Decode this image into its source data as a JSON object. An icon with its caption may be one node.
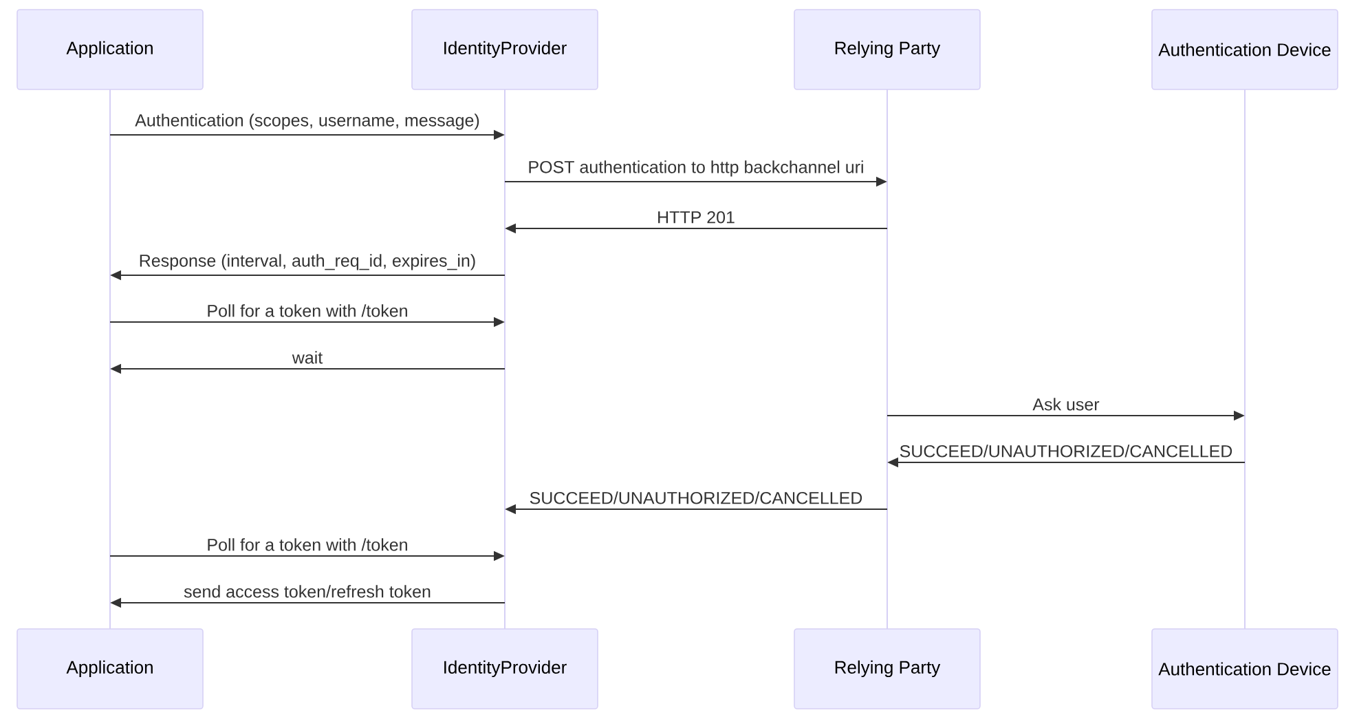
{
  "diagram": {
    "nodes": [
      {
        "text": [
          "Application"
        ]
      },
      {
        "text": [
          "IdentityProvider"
        ]
      },
      {
        "text": [
          "Relying Party"
        ]
      },
      {
        "text": [
          "Authentication Device"
        ]
      },
      {
        "text": [
          "Application"
        ]
      },
      {
        "text": [
          "IdentityProvider"
        ]
      },
      {
        "text": [
          "Relying Party"
        ]
      },
      {
        "text": [
          "Authentication Device"
        ]
      }
    ],
    "edges": [
      {
        "from": 0,
        "to": 1,
        "arrow": "to",
        "label": "Authentication (scopes, username, message)"
      },
      {
        "from": 1,
        "to": 2,
        "arrow": "to",
        "label": "POST authentication to http backchannel uri"
      },
      {
        "from": 2,
        "to": 1,
        "arrow": "to",
        "label": "HTTP 201"
      },
      {
        "from": 1,
        "to": 0,
        "arrow": "to",
        "label": "Response (interval, auth_req_id, expires_in)"
      },
      {
        "from": 0,
        "to": 1,
        "arrow": "to",
        "label": "Poll for a token with /token"
      },
      {
        "from": 1,
        "to": 0,
        "arrow": "to",
        "label": "wait"
      },
      {
        "from": 2,
        "to": 3,
        "arrow": "to",
        "label": "Ask user"
      },
      {
        "from": 3,
        "to": 2,
        "arrow": "to",
        "label": "SUCCEED/UNAUTHORIZED/CANCELLED"
      },
      {
        "from": 2,
        "to": 1,
        "arrow": "to",
        "label": "SUCCEED/UNAUTHORIZED/CANCELLED"
      },
      {
        "from": 0,
        "to": 1,
        "arrow": "to",
        "label": "Poll for a token with /token"
      },
      {
        "from": 1,
        "to": 0,
        "arrow": "to",
        "label": "send access token/refresh token"
      }
    ]
  }
}
